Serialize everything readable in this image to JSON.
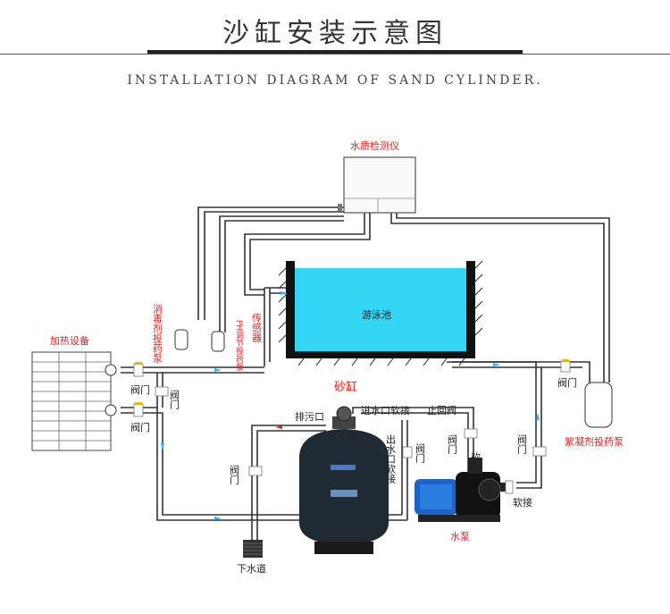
{
  "header": {
    "title": "沙缸安装示意图",
    "subtitle": "INSTALLATION DIAGRAM OF SAND CYLINDER."
  },
  "labels": {
    "water_quality": "水质检测仪",
    "pool": "游泳池",
    "heater": "加热设备",
    "disinfectant_pump": "消毒剂投药泵",
    "ph_pump": "PH调节投药泵",
    "sensor": "传感器",
    "sand_tank": "砂缸",
    "drain_outlet": "排污口",
    "inlet_hose": "进水口软接",
    "return_valve": "止回阀",
    "outlet_hose": "出水口软接",
    "valve": "阀门",
    "hose": "软接",
    "pump": "水泵",
    "sewer": "下水道",
    "flocculant_pump": "絮凝剂投药泵"
  },
  "colors": {
    "pool_water": "#33d6f5",
    "tank": "#1f2a33",
    "pump_blue": "#1b64c8",
    "arrow": "#29b6f6",
    "red_label": "#e02020"
  }
}
